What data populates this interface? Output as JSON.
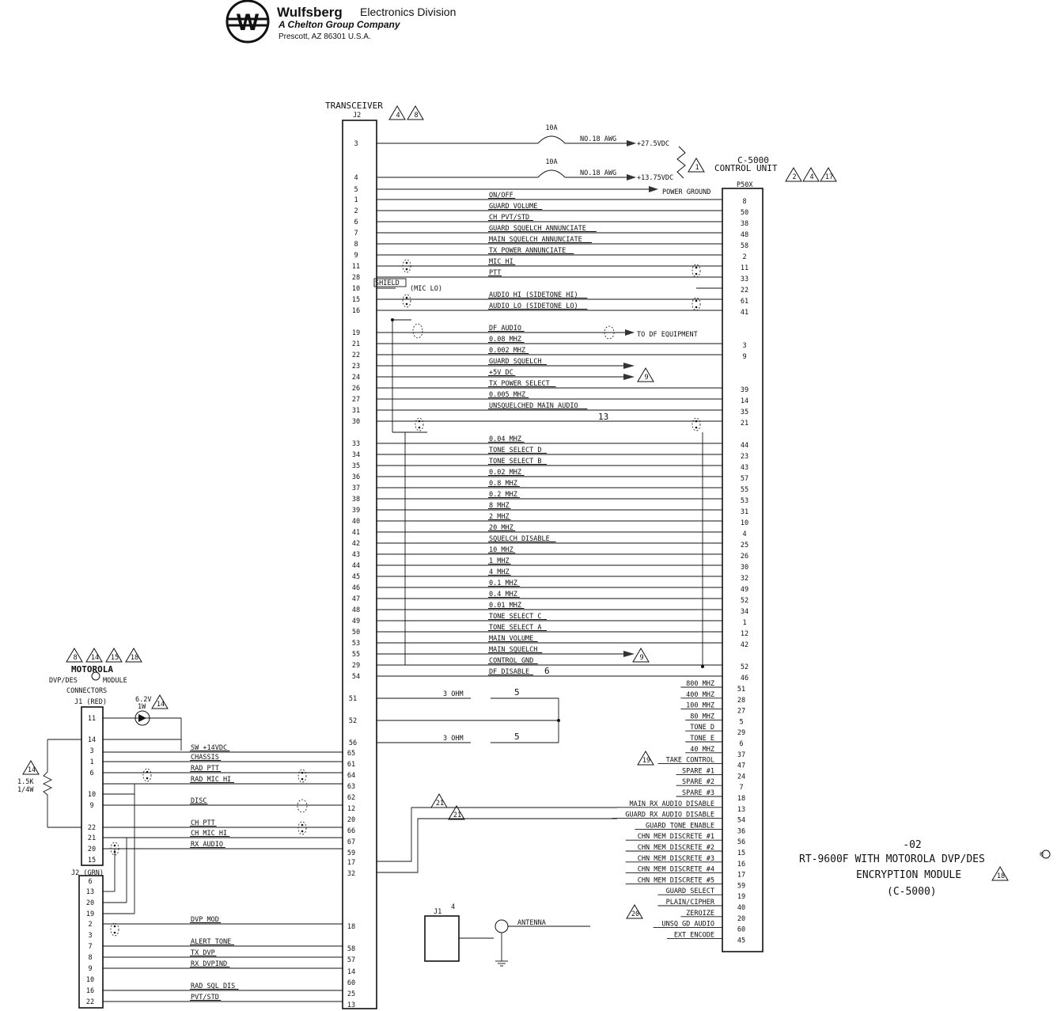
{
  "header": {
    "company": "Wulfsberg",
    "division": "Electronics Division",
    "parent": "A Chelton Group Company",
    "address": "Prescott, AZ  86301  U.S.A."
  },
  "transceiver": {
    "label": "TRANSCEIVER",
    "conn": "J2",
    "notes": [
      "4",
      "8"
    ]
  },
  "control_unit": {
    "label1": "C-5000",
    "label2": "CONTROL UNIT",
    "conn": "P50X",
    "notes": [
      "2",
      "4",
      "17"
    ]
  },
  "power_lines": [
    {
      "pin": "3",
      "fuse": "10A",
      "wire": "NO.18 AWG",
      "dest": "+27.5VDC"
    },
    {
      "pin": "4",
      "fuse": "10A",
      "wire": "NO.18 AWG",
      "dest": "+13.75VDC"
    },
    {
      "pin": "5",
      "dest": "POWER GROUND"
    }
  ],
  "power_note": "1",
  "signals": [
    {
      "j2": "1",
      "label": "ON/OFF",
      "p50": "8"
    },
    {
      "j2": "2",
      "label": "GUARD VOLUME",
      "p50": "50"
    },
    {
      "j2": "6",
      "label": "CH PVT/STD",
      "p50": "38"
    },
    {
      "j2": "7",
      "label": "GUARD SQUELCH ANNUNCIATE",
      "p50": "48"
    },
    {
      "j2": "8",
      "label": "MAIN SQUELCH ANNUNCIATE",
      "p50": "58"
    },
    {
      "j2": "9",
      "label": "TX POWER ANNUNCIATE",
      "p50": "2"
    },
    {
      "j2": "11",
      "label": "MIC HI",
      "p50": "11"
    },
    {
      "j2": "28",
      "label": "PTT",
      "p50": "33"
    },
    {
      "j2": "10",
      "label": "",
      "p50": "22"
    },
    {
      "j2": "15",
      "label": "AUDIO HI (SIDETONE HI)",
      "p50": "61"
    },
    {
      "j2": "16",
      "label": "AUDIO LO (SIDETONE LO)",
      "p50": "41"
    },
    {
      "j2": "19",
      "label": "DF AUDIO",
      "p50": ""
    },
    {
      "j2": "21",
      "label": "0.08 MHZ",
      "p50": "3"
    },
    {
      "j2": "22",
      "label": "0.002 MHZ",
      "p50": "9"
    },
    {
      "j2": "23",
      "label": "GUARD SQUELCH",
      "p50": ""
    },
    {
      "j2": "24",
      "label": "+5V DC",
      "p50": ""
    },
    {
      "j2": "26",
      "label": "TX POWER SELECT",
      "p50": "39"
    },
    {
      "j2": "27",
      "label": "0.005 MHZ",
      "p50": "14"
    },
    {
      "j2": "31",
      "label": "UNSQUELCHED MAIN AUDIO",
      "p50": "35"
    },
    {
      "j2": "30",
      "label": "",
      "p50": "21"
    },
    {
      "j2": "33",
      "label": "0.04 MHZ",
      "p50": "44"
    },
    {
      "j2": "34",
      "label": "TONE SELECT D",
      "p50": "23"
    },
    {
      "j2": "35",
      "label": "TONE SELECT B",
      "p50": "43"
    },
    {
      "j2": "36",
      "label": "0.02 MHZ",
      "p50": "57"
    },
    {
      "j2": "37",
      "label": "0.8 MHZ",
      "p50": "55"
    },
    {
      "j2": "38",
      "label": "0.2 MHZ",
      "p50": "53"
    },
    {
      "j2": "39",
      "label": "8 MHZ",
      "p50": "31"
    },
    {
      "j2": "40",
      "label": "2 MHZ",
      "p50": "10"
    },
    {
      "j2": "41",
      "label": "20 MHZ",
      "p50": "4"
    },
    {
      "j2": "42",
      "label": "SQUELCH DISABLE",
      "p50": "25"
    },
    {
      "j2": "43",
      "label": "10 MHZ",
      "p50": "26"
    },
    {
      "j2": "44",
      "label": "1 MHZ",
      "p50": "30"
    },
    {
      "j2": "45",
      "label": "4 MHZ",
      "p50": "32"
    },
    {
      "j2": "46",
      "label": "0.1 MHZ",
      "p50": "49"
    },
    {
      "j2": "47",
      "label": "0.4 MHZ",
      "p50": "52"
    },
    {
      "j2": "48",
      "label": "0.01 MHZ",
      "p50": "34"
    },
    {
      "j2": "49",
      "label": "TONE SELECT C",
      "p50": "1"
    },
    {
      "j2": "50",
      "label": "TONE SELECT A",
      "p50": "12"
    },
    {
      "j2": "53",
      "label": "MAIN VOLUME",
      "p50": "42"
    },
    {
      "j2": "55",
      "label": "MAIN SQUELCH",
      "p50": ""
    },
    {
      "j2": "29",
      "label": "CONTROL GND",
      "p50": "52"
    },
    {
      "j2": "54",
      "label": "DF DISABLE",
      "p50": "46"
    }
  ],
  "mid_notes": {
    "shield": "SHIELD",
    "mic_lo": "(MIC LO)",
    "to_df": "TO DF EQUIPMENT",
    "note13": "13",
    "note6": "6",
    "note9": "9"
  },
  "resistors": [
    {
      "j2": "51",
      "label": "3 OHM",
      "note": "5"
    },
    {
      "j2": "52",
      "label": "",
      "note": ""
    },
    {
      "j2": "56",
      "label": "3 OHM",
      "note": "5"
    }
  ],
  "right_labels": [
    {
      "label": "800 MHZ",
      "pin": "51"
    },
    {
      "label": "400 MHZ",
      "pin": "28"
    },
    {
      "label": "100 MHZ",
      "pin": "27"
    },
    {
      "label": "80 MHZ",
      "pin": "5"
    },
    {
      "label": "TONE D",
      "pin": "29"
    },
    {
      "label": "TONE E",
      "pin": "6"
    },
    {
      "label": "40 MHZ",
      "pin": "37"
    },
    {
      "label": "TAKE CONTROL",
      "pin": "47"
    },
    {
      "label": "SPARE #1",
      "pin": "24"
    },
    {
      "label": "SPARE #2",
      "pin": "7"
    },
    {
      "label": "SPARE #3",
      "pin": "18"
    },
    {
      "label": "MAIN RX AUDIO DISABLE",
      "pin": "13"
    },
    {
      "label": "GUARD RX AUDIO DISABLE",
      "pin": "54"
    },
    {
      "label": "GUARD TONE ENABLE",
      "pin": "36"
    },
    {
      "label": "CHN MEM DISCRETE #1",
      "pin": "56"
    },
    {
      "label": "CHN MEM DISCRETE #2",
      "pin": "15"
    },
    {
      "label": "CHN MEM DISCRETE #3",
      "pin": "16"
    },
    {
      "label": "CHN MEM DISCRETE #4",
      "pin": "17"
    },
    {
      "label": "CHN MEM DISCRETE #5",
      "pin": "59"
    },
    {
      "label": "GUARD SELECT",
      "pin": "19"
    },
    {
      "label": "PLAIN/CIPHER",
      "pin": "40"
    },
    {
      "label": "ZEROIZE",
      "pin": "20"
    },
    {
      "label": "UNSQ GD AUDIO",
      "pin": "60"
    },
    {
      "label": "EXT ENCODE",
      "pin": "45"
    }
  ],
  "right_notes": {
    "n19": "19",
    "n21": "21",
    "n20": "20"
  },
  "lower_j2_pins": [
    "65",
    "61",
    "64",
    "63",
    "62",
    "12",
    "20",
    "66",
    "67",
    "59",
    "17",
    "32",
    "18",
    "58",
    "57",
    "14",
    "60",
    "25",
    "13"
  ],
  "motorola": {
    "notes": [
      "8",
      "14",
      "15",
      "18"
    ],
    "title": "MOTOROLA",
    "line2": "DVP/DES",
    "line2b": "MODULE",
    "line3": "CONNECTORS",
    "j1_label": "J1 (RED)",
    "j2_label": "J2 (GRN)",
    "j1_pins": [
      "11",
      "14",
      "3",
      "1",
      "6",
      "10",
      "9",
      "22",
      "21",
      "20",
      "15"
    ],
    "j2_pins": [
      "6",
      "13",
      "20",
      "19",
      "2",
      "3",
      "7",
      "8",
      "9",
      "10",
      "16",
      "22"
    ],
    "zener": "6.2V",
    "zener2": "1W",
    "zener_note": "14",
    "res_note": "14",
    "res1": "1.5K",
    "res2": "1/4W"
  },
  "mot_signals": [
    {
      "label": "SW +14VDC"
    },
    {
      "label": "CHASSIS"
    },
    {
      "label": "RAD PTT"
    },
    {
      "label": "RAD MIC HI"
    },
    {
      "label": "DISC"
    },
    {
      "label": "CH PTT"
    },
    {
      "label": "CH MIC HI"
    },
    {
      "label": "RX AUDIO"
    },
    {
      "label": "DVP MOD"
    },
    {
      "label": "ALERT TONE"
    },
    {
      "label": "TX DVP"
    },
    {
      "label": "RX DVPIND"
    },
    {
      "label": "RAD SQL DIS"
    },
    {
      "label": "PVT/STD"
    }
  ],
  "antenna": {
    "conn": "J1",
    "note": "4",
    "label": "ANTENNA"
  },
  "title_block": {
    "dash": "-02",
    "line1": "RT-9600F WITH MOTOROLA DVP/DES",
    "line2": "ENCRYPTION MODULE",
    "line2_note": "18",
    "line3": "(C-5000)"
  }
}
